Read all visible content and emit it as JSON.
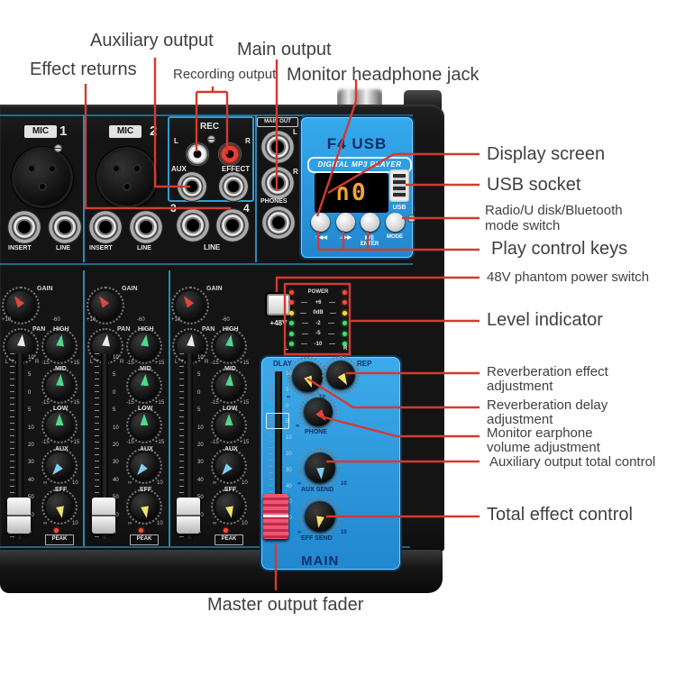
{
  "annotations": {
    "auxiliary_output": "Auxiliary output",
    "effect_returns": "Effect returns",
    "recording_output": "Recording output",
    "main_output": "Main output",
    "monitor_headphone_jack": "Monitor headphone jack",
    "display_screen": "Display screen",
    "usb_socket": "USB socket",
    "mode_switch": [
      "Radio/U disk/Bluetooth",
      "mode switch"
    ],
    "play_control_keys": "Play control keys",
    "phantom_power": "48V phantom power switch",
    "level_indicator": "Level indicator",
    "reverb_effect": [
      "Reverberation effect",
      "adjustment"
    ],
    "reverb_delay": [
      "Reverberation delay",
      "adjustment"
    ],
    "monitor_earphone": [
      "Monitor earphone",
      "volume adjustment"
    ],
    "aux_output_total": "Auxiliary output total control",
    "total_effect": "Total effect control",
    "master_output_fader": "Master output fader"
  },
  "mixer": {
    "jack_panel": {
      "mic_label": "MIC",
      "ch1": "1",
      "ch2": "2",
      "ch3": "3",
      "ch4": "4",
      "insert": "INSERT",
      "line": "LINE",
      "rec": "REC",
      "rec_l": "L",
      "rec_r": "R",
      "aux": "AUX",
      "effect": "EFFECT",
      "line34": "LINE",
      "main_out": "MAIN OUT",
      "main_l": "L",
      "main_r": "R",
      "phones": "PHONES"
    },
    "display": {
      "title": "F4 USB",
      "subtitle": "DIGITAL MP3 PLAYER",
      "readout": "∩0",
      "usb": "USB",
      "btn_prev": "↑/◀◀",
      "btn_next": "↓/▶▶",
      "btn_play": "▶/||",
      "btn_enter": "ENTER",
      "btn_mode": "MODE"
    },
    "power": {
      "phantom": "+48V",
      "power": "POWER",
      "levels": [
        "+6",
        "0dB",
        "-2",
        "-5",
        "-10"
      ],
      "left": "L",
      "right": "R"
    },
    "strip": {
      "gain": "GAIN",
      "gain_min": "+10",
      "gain_max": "-60",
      "pan": "PAN",
      "pan_min": "L",
      "pan_max": "R",
      "eq": [
        "HIGH",
        "MID",
        "LOW"
      ],
      "eq_min": "-15",
      "eq_max": "+15",
      "aux": "AUX",
      "eff": "EFF",
      "send_min": "∞",
      "send_max": "10",
      "fader_scale": [
        "10",
        "5",
        "0",
        "5",
        "10",
        "20",
        "30",
        "40",
        "50",
        "60",
        "∞"
      ],
      "peak": "PEAK"
    },
    "master": {
      "dlay": "DLAY",
      "rep": "REP",
      "phone": "PHONE",
      "aux_send": "AUX SEND",
      "eff_send": "EFF SEND",
      "main": "MAIN",
      "send_min": "∞",
      "send_max": "10",
      "fader_scale": [
        "10",
        "5",
        "0",
        "5",
        "10",
        "20",
        "30",
        "40",
        "50",
        "60",
        "∞"
      ]
    }
  },
  "colors": {
    "callout": "#d53a2e",
    "panel_blue": "#2b9fe3",
    "digit_amber": "#f2a431",
    "fader_red": "#e84a66"
  }
}
